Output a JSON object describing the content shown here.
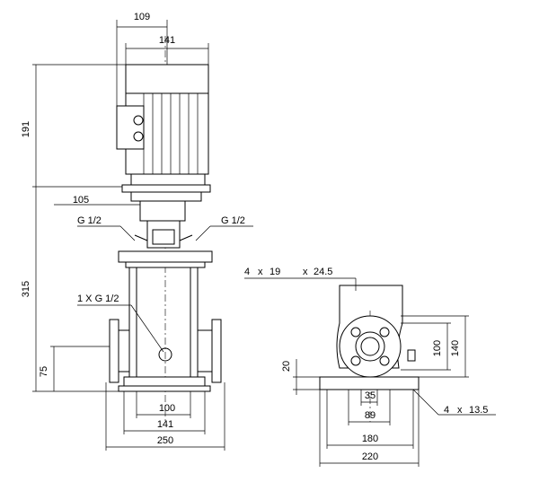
{
  "dimensions": {
    "top_width_109": "109",
    "top_width_141": "141",
    "motor_height": "191",
    "coupling_105": "105",
    "pump_height": "315",
    "base_75": "75",
    "bottom_100": "100",
    "bottom_141": "141",
    "bottom_250": "250",
    "side_20": "20",
    "flange_35": "35",
    "flange_89": "89",
    "flange_180": "180",
    "flange_220": "220",
    "flange_100": "100",
    "flange_140": "140"
  },
  "labels": {
    "port_left": "G 1/2",
    "port_right": "G 1/2",
    "drain": "1 X G 1/2",
    "holes_top_a": "4",
    "holes_top_x1": "x",
    "holes_top_19": "19",
    "holes_top_x2": "x",
    "holes_top_245": "24.5",
    "holes_bot_a": "4",
    "holes_bot_x": "x",
    "holes_bot_135": "13.5"
  }
}
